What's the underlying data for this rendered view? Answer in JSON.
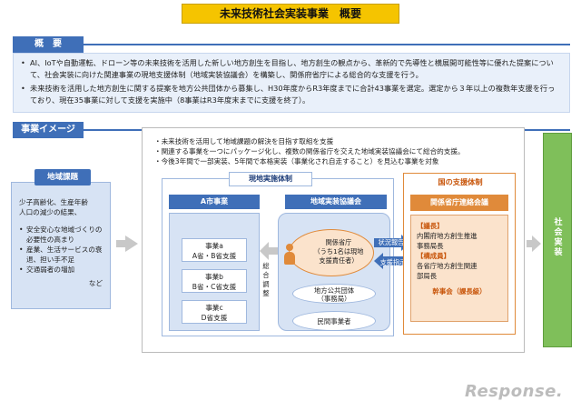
{
  "title": "未来技術社会実装事業　概要",
  "overview": {
    "heading": "概　要",
    "bullets": [
      "AI、IoTや自動運転、ドローン等の未来技術を活用した新しい地方創生を目指し、地方創生の観点から、革新的で先導性と横展開可能性等に優れた提案について、社会実装に向けた関連事業の現地支援体制（地域実装協議会）を構築し、関係府省庁による総合的な支援を行う。",
      "未来技術を活用した地方創生に関する提案を地方公共団体から募集し、H30年度からR3年度までに合計43事業を選定。選定から３年以上の複数年支援を行っており、現在35事業に対して支援を実施中（8事業はR3年度末までに支援を終了）。"
    ]
  },
  "image_section": {
    "heading": "事業イメージ",
    "top_bullets": [
      "・未来技術を活用して地域課題の解決を目指す取組を支援",
      "・関連する事業を一つにパッケージ化し、複数の関係省庁を交えた地域実装協議会にて総合的支援。",
      "・今後3年間で一部実装、5年間で本格実装（事業化され自走すること）を見込む事業を対象"
    ]
  },
  "region": {
    "heading": "地域課題",
    "lines": [
      "少子高齢化、生産年齢",
      "人口の減少の結果、"
    ],
    "items": [
      "安全安心な地域づくりの必要性の高まり",
      "産業、生活サービスの衰退、担い手不足",
      "交通弱者の増加"
    ],
    "etc": "など"
  },
  "genchi": {
    "heading": "現地実施体制",
    "acity": {
      "heading": "A市事業",
      "projects": [
        {
          "name": "事業a",
          "support": "A省・B省支援"
        },
        {
          "name": "事業b",
          "support": "B省・C省支援"
        },
        {
          "name": "事業c",
          "support": "D省支援"
        }
      ]
    },
    "sogo": "総合調整",
    "kyogi": {
      "heading": "地域実装協議会",
      "org_lines": [
        "関係省庁",
        "（うち1名は現地",
        "支援責任者）"
      ],
      "local_gov": [
        "地方公共団体",
        "（事務局）"
      ],
      "private": "民間事業者"
    }
  },
  "arrows": {
    "status_report": "状況報告",
    "support_instruction": "支援指示"
  },
  "support": {
    "heading": "国の支援体制",
    "renraku_heading": "関係省庁連絡会議",
    "chair_label": "【議長】",
    "chair": [
      "内閣府地方創生推進",
      "事務局長"
    ],
    "member_label": "【構成員】",
    "members": [
      "各省庁地方創生関連",
      "部局長"
    ],
    "kanjikai": "幹事会（課長級）"
  },
  "shakai": "社会実装",
  "logo": "Response."
}
